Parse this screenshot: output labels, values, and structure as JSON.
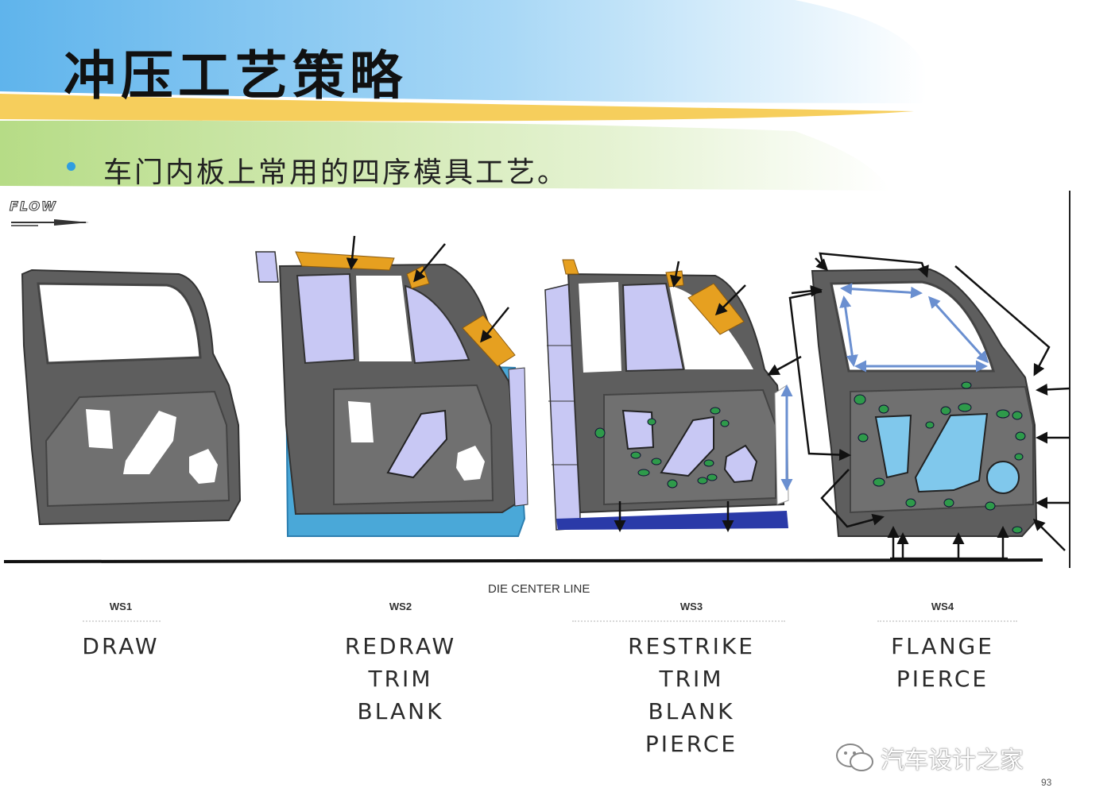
{
  "slide": {
    "title": "冲压工艺策略",
    "bullet": "车门内板上常用的四序模具工艺。"
  },
  "flow_logo": "FLOW",
  "die_center_line": "DIE CENTER LINE",
  "stations": [
    {
      "ws": "WS1",
      "ops": [
        "DRAW"
      ]
    },
    {
      "ws": "WS2",
      "ops": [
        "REDRAW",
        "TRIM",
        "BLANK"
      ]
    },
    {
      "ws": "WS3",
      "ops": [
        "RESTRIKE",
        "TRIM",
        "BLANK",
        "PIERCE"
      ]
    },
    {
      "ws": "WS4",
      "ops": [
        "FLANGE",
        "PIERCE"
      ]
    }
  ],
  "watermark": "汽车设计之家",
  "page_number": "93",
  "colors": {
    "door_panel": "#5e5e5e",
    "trim_scrap": "#e6a020",
    "blank_blue": "#4aa8d8",
    "window_lavender": "#c8c8f4",
    "pierce_green": "#2e9a4a",
    "flange_arrow": "#6a8fd0",
    "bullet": "#2f9ee0"
  }
}
